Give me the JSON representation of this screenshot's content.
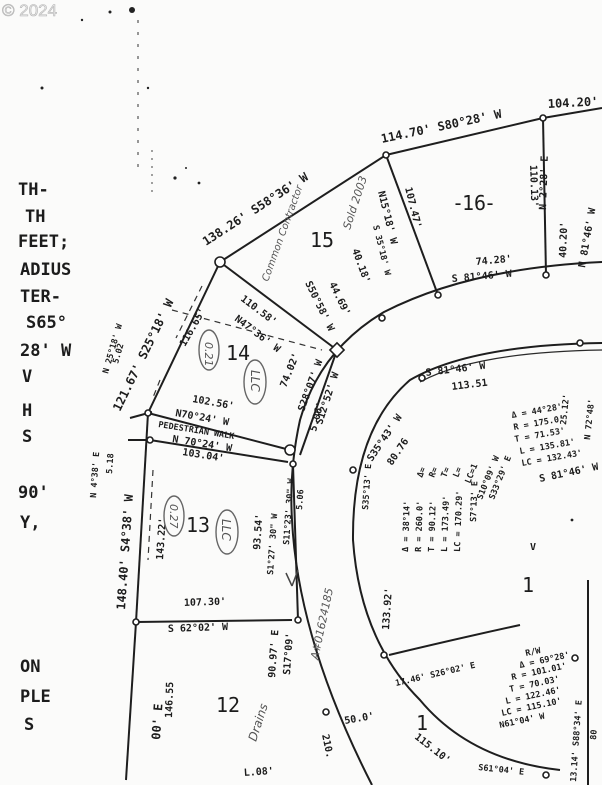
{
  "watermark": "© 2024",
  "left_notes": [
    "TH-",
    "TH",
    "FEET;",
    "ADIUS",
    "TER-",
    "S65°",
    "28' W",
    "V",
    "H",
    "S",
    "90'",
    "Y,",
    "ON",
    "PLE",
    "S"
  ],
  "lots": [
    "16",
    "15",
    "14",
    "13",
    "12",
    "1",
    "1",
    "V"
  ],
  "bearings": {
    "top_right": "104.20'",
    "top_mid": "114.70' S80°28' W",
    "top_left": "138.26' S58°36' W",
    "west_upper": "121.67' S25°18' W",
    "west_lower": "148.40' S4°38' W",
    "west_bottom": "00' E",
    "lot16_side": "107.47'",
    "lot16_side2": "N15°18' W",
    "lot16_right": "110.13'",
    "lot16_right2": "N 2°28' E",
    "lot16_front": "74.28'",
    "lot16_front2": "S 81°46' W",
    "far_right": "40.20'",
    "far_right2": "N 81°46' W",
    "lot15_a": "110.58'",
    "lot15_b": "N47°36' W",
    "lot15_c": "44.69'",
    "lot15_d": "S50°58' W",
    "lot15_e": "40.18'",
    "lot15_f": "S 35°18' W",
    "lot14_a": "116.65'",
    "lot14_b": "102.56'",
    "lot14_c": "N70°24' W",
    "lot14_d": "74.02'",
    "lot14_e": "S28°07' W",
    "lot14_f": "S12°52' W",
    "lot14_g": "5.06'",
    "ped_a": "PEDESTRIAN WALK",
    "ped_b": "N 70°24' W",
    "ped_c": "103.04'",
    "ped_d": "N 25°18' W",
    "ped_e": "5.02",
    "ped_f": "N 4°38' E",
    "ped_g": "5.18",
    "lot13_a": "143.22'",
    "lot13_b": "93.54'",
    "lot13_c": "S1°27' 30\" W",
    "lot13_d": "S11°23' 30\" W",
    "lot13_e": "5.06",
    "lot13_f": "107.30'",
    "lot13_g": "S 62°02' W",
    "lot12_a": "90.97' E",
    "lot12_b": "S17°09'",
    "lot12_c": "146.55",
    "lot12_d": "L.08'",
    "lot12_e": "210.",
    "center_a": "S 81°46' W",
    "center_b": "113.51",
    "center_c": "S35°43' W",
    "center_d": "80.76",
    "center_e": "S 81°46' W",
    "center_f": "133.92'",
    "center_g": "17.46' S26°02' E",
    "center_h": "50.0'",
    "center_i": "115.10'",
    "center_j": "S61°04' E",
    "right_edge": "25.12'",
    "right_edge2": "N 72°48'",
    "far_bottom": "13.14' S88°34' E",
    "far_bottom2": "80"
  },
  "curves": {
    "c1": [
      "Δ = 44°28'",
      "R = 175.0'",
      "T = 71.53'",
      "L = 135.81'",
      "LC = 132.43'"
    ],
    "c2": [
      "Δ = 38°14'",
      "R = 260.0'",
      "T = 90.12'",
      "L = 173.49'",
      "LC = 170.29'",
      "S7°13' E"
    ],
    "c3": [
      "Δ = 69°28'",
      "R = 101.01'",
      "T = 70.03'",
      "L = 122.46'",
      "LC = 115.10'",
      "N61°04' W"
    ],
    "c4": [
      "Δ=",
      "R=",
      "T=",
      "L=",
      "LC=1"
    ],
    "c5": [
      "S10°09' W",
      "S33°29' E"
    ],
    "road_bearing": "S35°13' E"
  },
  "handwritten": {
    "h1": "Common Contractor",
    "h2": "Sold 2003",
    "h3": "0.21",
    "h4": "LLC",
    "h5": "0.27",
    "h6": "LLC",
    "h7": "A#01624185",
    "h8": "Drains",
    "h9": "R/W"
  }
}
